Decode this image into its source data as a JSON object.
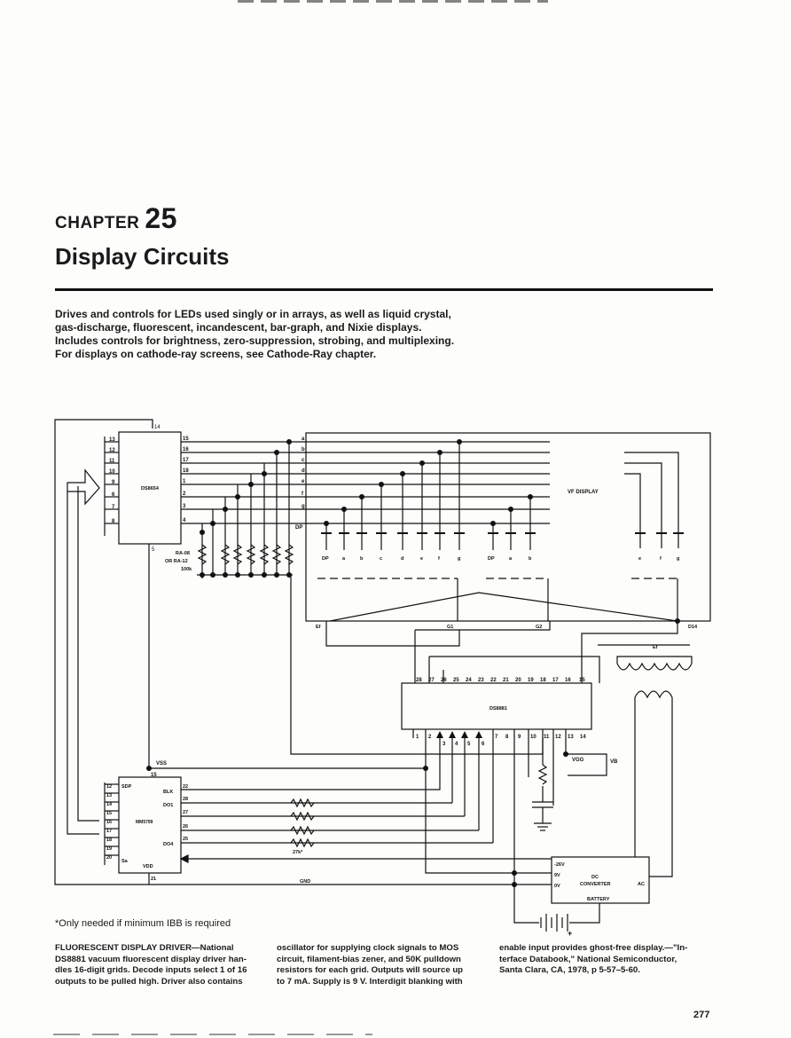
{
  "chapter": {
    "label": "CHAPTER",
    "number": "25",
    "title": "Display Circuits"
  },
  "intro_lines": [
    "Drives and controls for LEDs used singly or in arrays, as well as liquid crystal,",
    "gas-discharge, fluorescent, incandescent, bar-graph, and Nixie displays.",
    "Includes controls for brightness, zero-suppression, strobing, and multiplexing.",
    "For displays on cathode-ray screens, see Cathode-Ray chapter."
  ],
  "diagram": {
    "chips": {
      "decoder": "DS8654",
      "driver": "DS8881",
      "counter": "MM5799",
      "display": "VF DISPLAY",
      "converter_l1": "DC",
      "converter_l2": "CONVERTER",
      "battery": "BATTERY"
    },
    "resistor_labels": [
      "RA-08",
      "OR RA-12",
      "100k"
    ],
    "resistor_27k": "27k*",
    "segments": [
      "a",
      "b",
      "c",
      "d",
      "e",
      "f",
      "g",
      "DP"
    ],
    "decoder_inputs": [
      "13",
      "12",
      "11",
      "10",
      "9",
      "6",
      "7",
      "8"
    ],
    "decoder_outputs": [
      "15",
      "16",
      "17",
      "18",
      "1",
      "2",
      "3",
      "4"
    ],
    "decoder_top_pin": "14",
    "decoder_bottom_pin": "5",
    "bottom_segments_1": [
      "DP",
      "a",
      "b",
      "c",
      "d",
      "e",
      "f",
      "g"
    ],
    "bottom_segments_2": [
      "DP",
      "a",
      "b"
    ],
    "bottom_segments_3": [
      "e",
      "f",
      "g"
    ],
    "grids": [
      "G1",
      "G2",
      "D14"
    ],
    "ef_label": "Ef",
    "driver_top_pins": [
      "28",
      "27",
      "26",
      "25",
      "24",
      "23",
      "22",
      "21",
      "20",
      "19",
      "18",
      "17",
      "16",
      "15"
    ],
    "driver_bottom_pins": [
      "1",
      "2",
      "3",
      "4",
      "5",
      "6",
      "7",
      "8",
      "9",
      "10",
      "11",
      "12",
      "13",
      "14"
    ],
    "vgg": "VGG",
    "vss": "VSS",
    "vss_pin": "15",
    "vb": "VB",
    "counter_left_pins": [
      "12",
      "13",
      "14",
      "15",
      "16",
      "17",
      "18",
      "19",
      "20"
    ],
    "counter_right_pins": [
      "22",
      "28",
      "27",
      "26",
      "25"
    ],
    "counter_labels": {
      "sdp": "SDP",
      "blk": "BLK",
      "do1": "DO1",
      "do4": "DO4",
      "sa": "Sa",
      "vdd": "VDD",
      "vdd_pin": "21"
    },
    "gnd": "GND",
    "converter_pins": [
      "-26V",
      "9V",
      "0V",
      "AC"
    ]
  },
  "footnote": "*Only needed if minimum IBB is required",
  "caption_columns": [
    [
      "FLUORESCENT DISPLAY DRIVER—National",
      "DS8881 vacuum fluorescent display driver han-",
      "dles 16-digit grids. Decode inputs select 1 of 16",
      "outputs to be pulled high. Driver also contains"
    ],
    [
      "oscillator for supplying clock signals to MOS",
      "circuit, filament-bias zener, and 50K pulldown",
      "resistors for each grid. Outputs will source up",
      "to 7 mA. Supply is 9 V. Interdigit blanking with"
    ],
    [
      "enable input provides ghost-free display.—\"In-",
      "terface Databook,\" National Semiconductor,",
      "Santa Clara, CA, 1978, p 5-57–5-60."
    ]
  ],
  "page_number": "277"
}
